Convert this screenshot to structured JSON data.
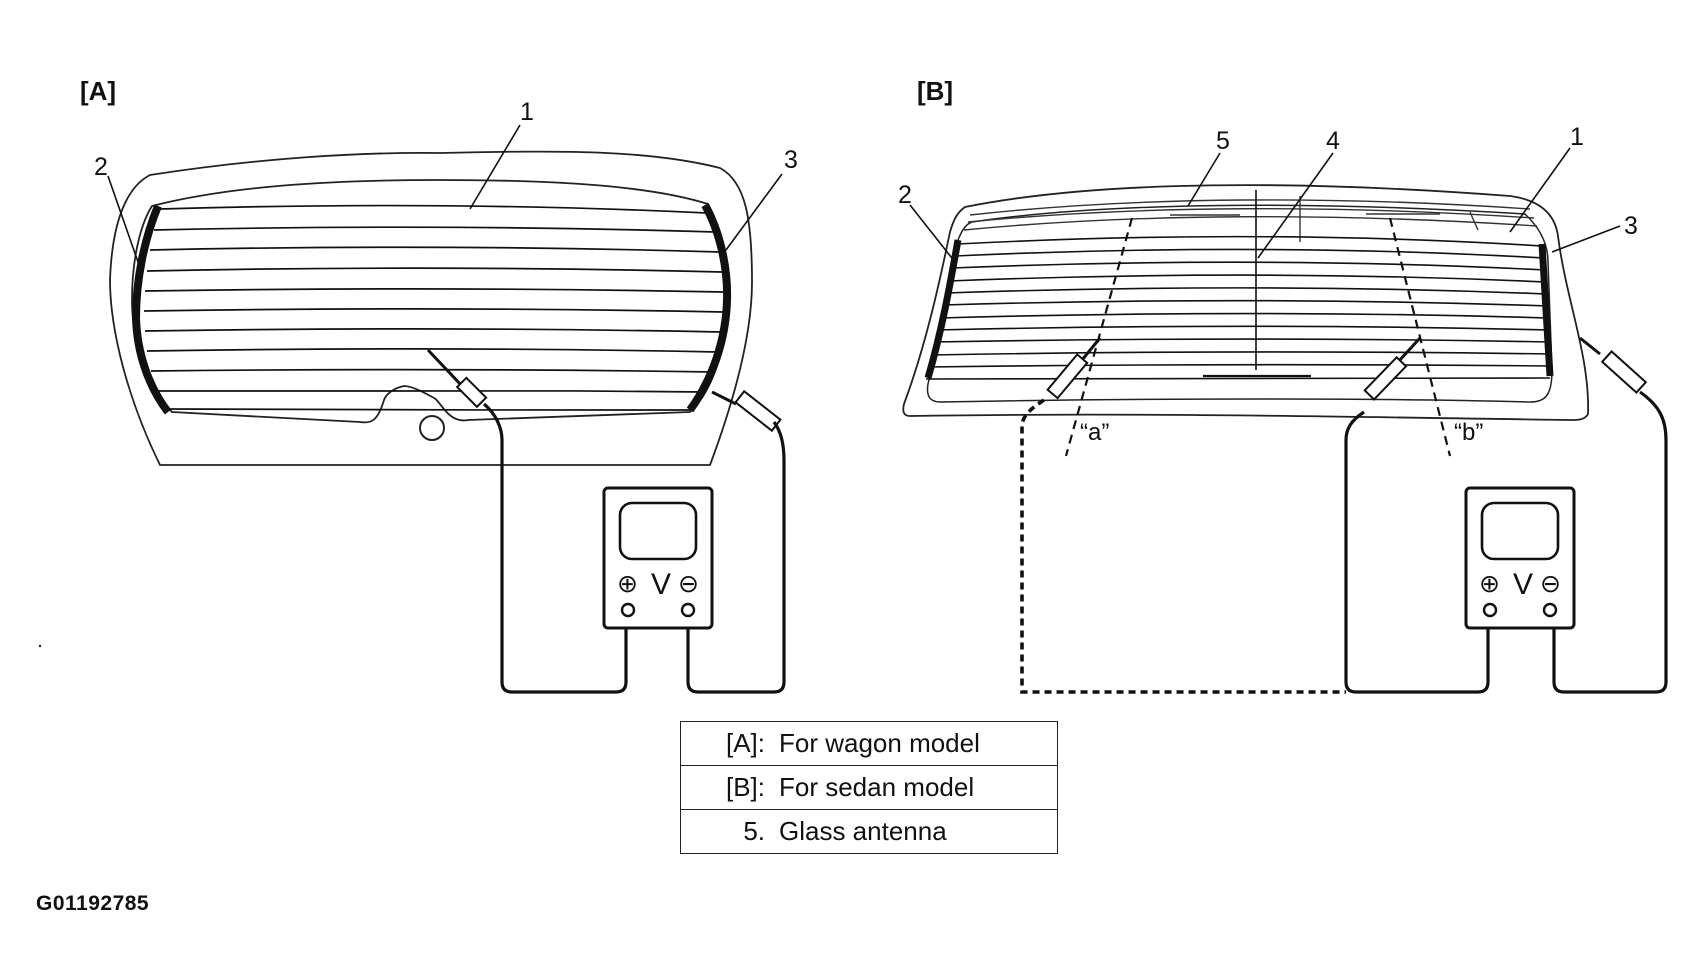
{
  "panel_a": {
    "tag": "[A]",
    "callouts": [
      "1",
      "2",
      "3"
    ]
  },
  "panel_b": {
    "tag": "[B]",
    "callouts": [
      "5",
      "4",
      "1",
      "2",
      "3"
    ],
    "probe_positions": [
      "“a”",
      "“b”"
    ]
  },
  "meter": {
    "symbol": "V",
    "positive": "⊕",
    "negative": "⊖"
  },
  "legend": [
    {
      "key": "[A]:",
      "value": "For wagon model"
    },
    {
      "key": "[B]:",
      "value": "For sedan model"
    },
    {
      "key": "5.",
      "value": "Glass antenna"
    }
  ],
  "figure_id": "G01192785"
}
